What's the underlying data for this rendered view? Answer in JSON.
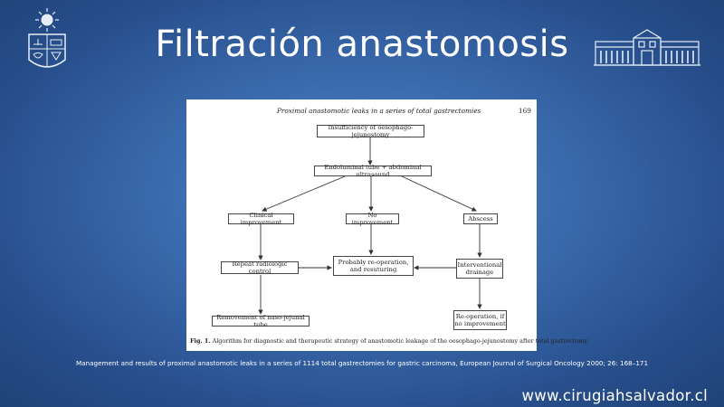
{
  "slide": {
    "title": "Filtración anastomosis",
    "reference": "Management and results of proximal anastomotic leaks in a series of 1114 total gastrectomies for gastric carcinoma, European Journal of Surgical Oncology 2000; 26: 168–171",
    "website": "www.cirugiahsalvador.cl"
  },
  "figure": {
    "header_title": "Proximal anastomotic leaks in a series of total gastrectomies",
    "page_number": "169",
    "nodes": {
      "insufficiency": "Insufficiency of oesophago-jejunostomy",
      "endoluminal": "Endoluminal tube + abdominal ultrasound",
      "clinical": "Clinical improvement",
      "no_improvement": "No improvement",
      "abscess": "Abscess",
      "repeat": "Repeat radiologic control",
      "reoperation": "Probably re-operation, and resuturing",
      "interventional": "Interventional drainage",
      "removement": "Removement of naso-jejunal tube",
      "reoperation_if": "Re-operation, if no improvement"
    },
    "caption_label": "Fig. 1.",
    "caption_text": "Algorithm for diagnostic and therapeutic strategy of anastomotic leakage of the oesophago-jejunostomy after total gastrectomy."
  },
  "colors": {
    "background": "#3a6aad",
    "text": "#ffffff",
    "figure_bg": "#ffffff"
  }
}
